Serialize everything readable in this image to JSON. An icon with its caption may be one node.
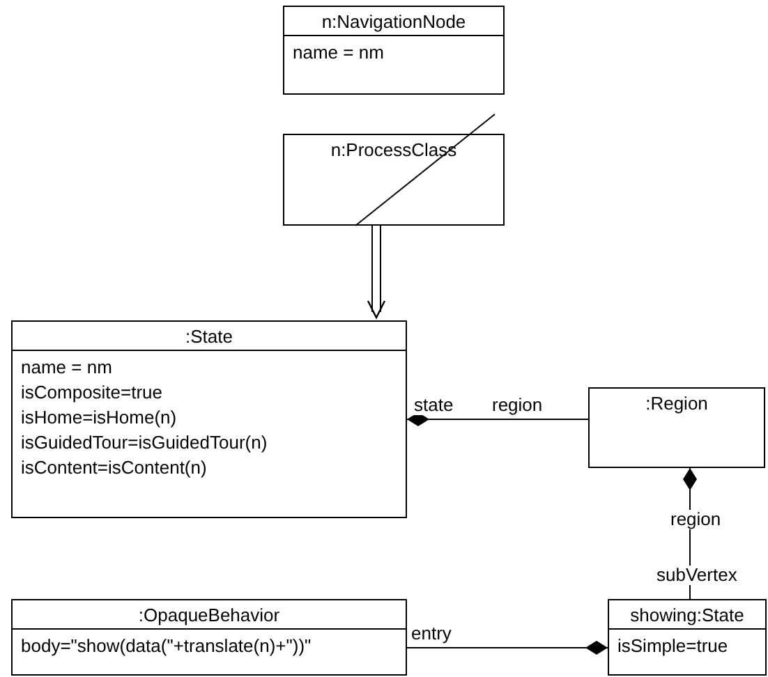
{
  "diagram": {
    "nodes": [
      {
        "text": [
          "n:NavigationNode",
          "name = nm"
        ]
      },
      {
        "text": [
          "n:ProcessClass"
        ]
      },
      {
        "text": [
          ":State",
          "name = nm",
          "isComposite=true",
          "isHome=isHome(n)",
          "isGuidedTour=isGuidedTour(n)",
          "isContent=isContent(n)"
        ]
      },
      {
        "text": [
          ":Region"
        ]
      },
      {
        "text": [
          ":OpaqueBehavior",
          "body=\"show(data(\"+translate(n)+\"))\""
        ]
      },
      {
        "text": [
          "showing:State",
          "isSimple=true"
        ]
      }
    ],
    "edges": [
      {
        "from": 1,
        "to": 2,
        "arrow": "to"
      },
      {
        "from": 2,
        "to": 3,
        "arrow": "other"
      },
      {
        "from": 3,
        "to": 5,
        "arrow": "other"
      },
      {
        "from": 5,
        "to": 4,
        "arrow": "other"
      }
    ],
    "labels": [
      "state",
      "region",
      "region",
      "subVertex",
      "entry"
    ]
  }
}
